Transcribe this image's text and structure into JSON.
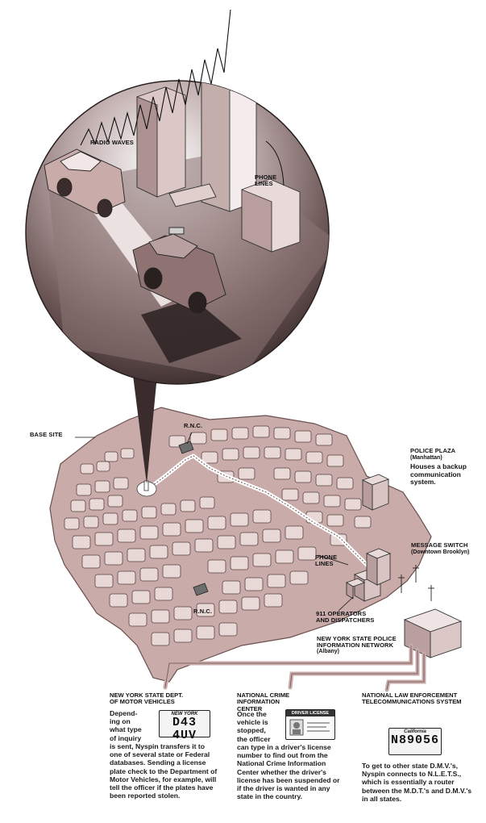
{
  "labels": {
    "radio_waves": "RADIO WAVES",
    "phone_lines_top": [
      "PHONE",
      "LINES"
    ],
    "base_site": "BASE SITE",
    "rnc_top": "R.N.C.",
    "rnc_bottom": "R.N.C.",
    "police_plaza": "POLICE PLAZA",
    "police_plaza_sub": "(Manhattan)",
    "police_plaza_note": "Houses a backup communication system.",
    "message_switch": "MESSAGE SWITCH",
    "message_switch_sub": "(Downtown Brooklyn)",
    "phone_lines_map": [
      "PHONE",
      "LINES"
    ],
    "operators": [
      "911 OPERATORS",
      "AND DISPATCHERS"
    ],
    "nyspin": [
      "NEW YORK STATE POLICE",
      "INFORMATION NETWORK"
    ],
    "nyspin_sub": "(Albany)"
  },
  "sections": {
    "dmv": {
      "title": [
        "NEW YORK STATE DEPT.",
        "OF MOTOR VEHICLES"
      ],
      "text_narrow": [
        "Depend-",
        "ing on",
        "what type",
        "of inquiry"
      ],
      "text_wide": "is sent, Nyspin transfers it to one of several state or Federal databases. Sending a license plate check to the Department of Motor Vehicles, for example, will tell the officer if the plates have been reported stolen.",
      "plate_state": "NEW YORK",
      "plate_number": "D43 4UV"
    },
    "ncic": {
      "title": [
        "NATIONAL CRIME",
        "INFORMATION",
        "CENTER"
      ],
      "text_narrow": [
        "Once the",
        "vehicle is",
        "stopped,",
        "the officer"
      ],
      "text_wide": "can type in a driver's license number to find out from the National Crime Information Center whether the driver's license has been suspended or if the driver is wanted in any state in the country.",
      "card_title": "DRIVER LICENSE"
    },
    "nlets": {
      "title": [
        "NATIONAL LAW ENFORCEMENT",
        "TELECOMMUNICATIONS SYSTEM"
      ],
      "text": "To get to other state D.M.V.'s, Nyspin connects to N.L.E.T.S., which is essentially a router between the M.D.T.'s and D.M.V.'s in all states.",
      "plate_state": "California",
      "plate_number": "N89056"
    }
  }
}
